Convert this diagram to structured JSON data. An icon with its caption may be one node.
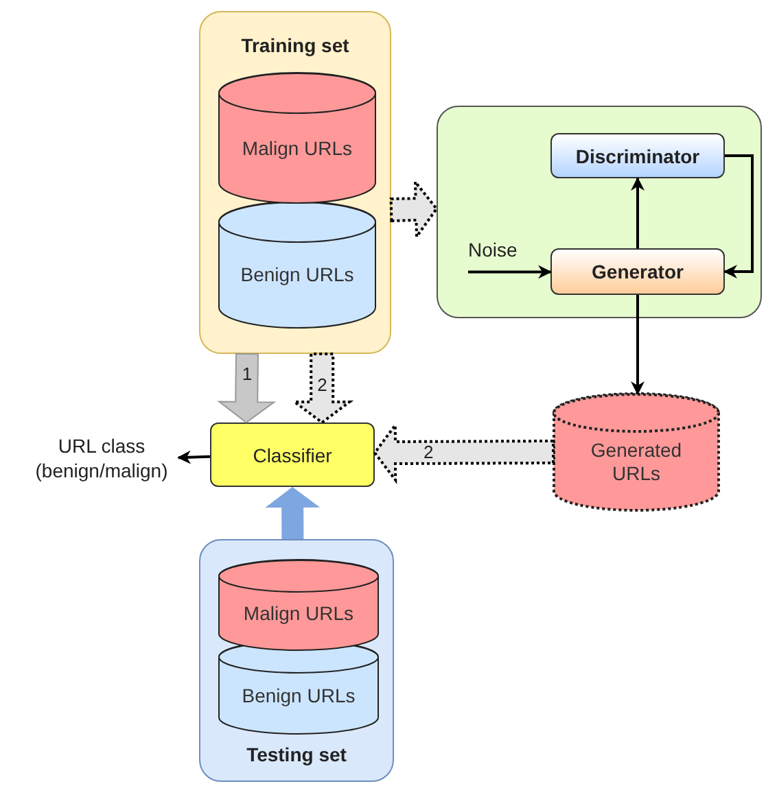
{
  "diagram": {
    "nodes": [
      {
        "text": [
          "Training set"
        ]
      },
      {
        "text": [
          "Malign URLs"
        ],
        "in": 0
      },
      {
        "text": [
          "Benign URLs"
        ],
        "in": 0
      },
      {
        "text": [],
        "shape": "box"
      },
      {
        "text": [
          "Discriminator"
        ],
        "in": 3
      },
      {
        "text": [
          "Noise"
        ],
        "in": 3
      },
      {
        "text": [
          "Generator"
        ],
        "in": 3
      },
      {
        "text": [
          "Classifier"
        ]
      },
      {
        "text": [
          "URL class (benign/malign)"
        ]
      },
      {
        "text": [
          "Generated URLs"
        ]
      },
      {
        "text": [
          "Testing set"
        ]
      },
      {
        "text": [
          "Malign URLs"
        ],
        "in": 10
      },
      {
        "text": [
          "Benign URLs"
        ],
        "in": 10
      }
    ],
    "edges": [
      {
        "from": 0,
        "to": 3,
        "arrow": "to",
        "style": "dashed",
        "color": "#e6e6e6"
      },
      {
        "from": 5,
        "to": 6,
        "arrow": "to"
      },
      {
        "from": 6,
        "to": 4,
        "arrow": "to"
      },
      {
        "from": 4,
        "to": 6,
        "arrow": "to"
      },
      {
        "from": 6,
        "to": 9,
        "arrow": "to"
      },
      {
        "from": 0,
        "to": 7,
        "arrow": "to",
        "label": "1",
        "style": "thick",
        "color": "#c8c8c8"
      },
      {
        "from": 0,
        "to": 7,
        "arrow": "to",
        "label": "2",
        "style": "dashed",
        "color": "#e6e6e6"
      },
      {
        "from": 9,
        "to": 7,
        "arrow": "to",
        "label": "2",
        "style": "dashed",
        "color": "#e6e6e6"
      },
      {
        "from": 10,
        "to": 7,
        "arrow": "to",
        "style": "thick",
        "color": "#7ea6e0"
      },
      {
        "from": 7,
        "to": 8,
        "arrow": "to"
      }
    ]
  }
}
